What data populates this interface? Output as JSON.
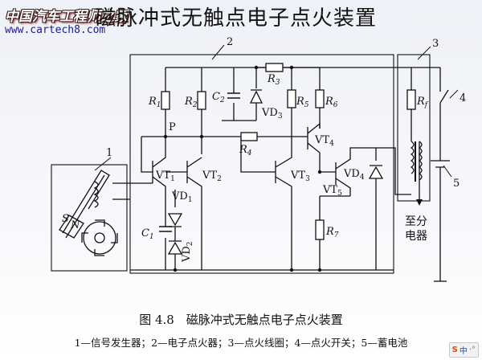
{
  "title": "磁脉冲式无触点电子点火装置",
  "watermark": {
    "brand": "中国汽车工程师之家",
    "url": "www.cartech8.com"
  },
  "diagram": {
    "callouts": {
      "generator": "1",
      "igniter": "2",
      "coil": "3",
      "switch": "4",
      "battery": "5"
    },
    "resistors": {
      "R1": "R",
      "R2": "R",
      "R3": "R",
      "R4": "R",
      "R5": "R",
      "R6": "R",
      "R7": "R",
      "Rf": "R"
    },
    "subs": {
      "r1": "1",
      "r2": "2",
      "r3": "3",
      "r4": "4",
      "r5": "5",
      "r6": "6",
      "r7": "7",
      "rf": "f",
      "c1": "1",
      "c2": "2",
      "vt1": "1",
      "vt2": "2",
      "vt3": "3",
      "vt4": "4",
      "vt5": "5",
      "vd1": "1",
      "vd2": "2",
      "vd3": "3",
      "vd4": "4"
    },
    "capacitors": {
      "C1": "C",
      "C2": "C"
    },
    "transistors": {
      "VT": "VT"
    },
    "diodes": {
      "VD": "VD"
    },
    "node_p": "P",
    "sensor_poles": {
      "s": "S",
      "n": "N"
    },
    "distributor": {
      "line1": "至分",
      "line2": "电器"
    }
  },
  "caption": "图 4.8　磁脉冲式无触点电子点火装置",
  "legend": "1—信号发生器；2—电子点火器；3—点火线圈；4—点火开关；5—蓄电池",
  "tray": {
    "s": "S",
    "ch": "中",
    "extra": "·°"
  }
}
